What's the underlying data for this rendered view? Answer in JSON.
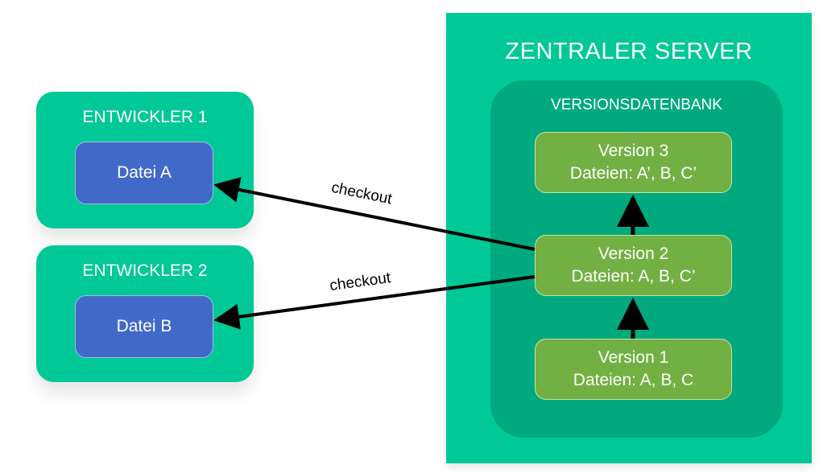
{
  "server": {
    "title": "ZENTRALER SERVER",
    "database": {
      "title": "VERSIONSDATENBANK",
      "versions": [
        {
          "name": "Version 3",
          "files": "Dateien: A’, B, C’"
        },
        {
          "name": "Version 2",
          "files": "Dateien: A, B, C’"
        },
        {
          "name": "Version 1",
          "files": "Dateien: A, B, C"
        }
      ]
    }
  },
  "developers": [
    {
      "title": "ENTWICKLER 1",
      "file": "Datei A"
    },
    {
      "title": "ENTWICKLER 2",
      "file": "Datei B"
    }
  ],
  "arrows": {
    "checkout_1": "checkout",
    "checkout_2": "checkout"
  },
  "colors": {
    "server_green": "#00c896",
    "database_green": "#00a97e",
    "version_green": "#72b043",
    "file_blue": "#4169c8"
  }
}
